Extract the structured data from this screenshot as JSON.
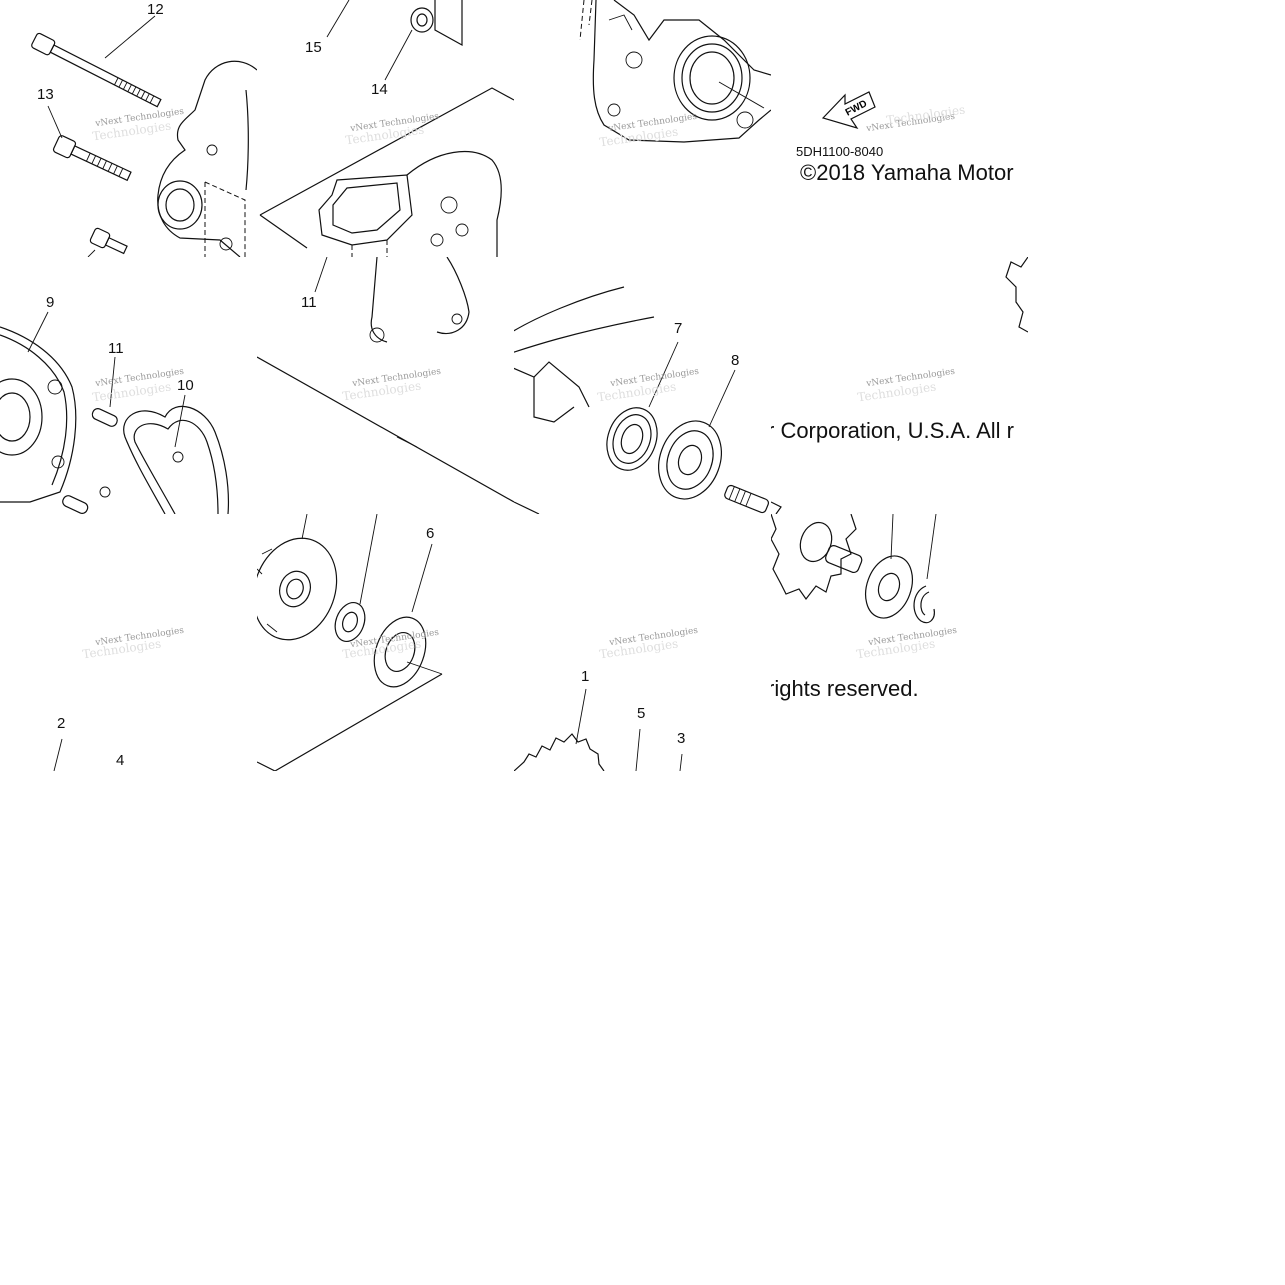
{
  "diagram": {
    "part_number": "5DH1100-8040",
    "copyright_line_1": "©2018 Yamaha Motor",
    "copyright_line_2": "r Corporation, U.S.A. All r",
    "copyright_line_3": "rights reserved.",
    "fwd_label": "FWD",
    "watermark_top": "vNext Technologies",
    "watermark_bottom": "Technologies",
    "callouts": {
      "c1": "1",
      "c2": "2",
      "c3": "3",
      "c4": "4",
      "c5": "5",
      "c6": "6",
      "c7": "7",
      "c8": "8",
      "c9": "9",
      "c10": "10",
      "c11a": "11",
      "c11b": "11",
      "c12": "12",
      "c13": "13",
      "c14": "14",
      "c15": "15"
    }
  }
}
